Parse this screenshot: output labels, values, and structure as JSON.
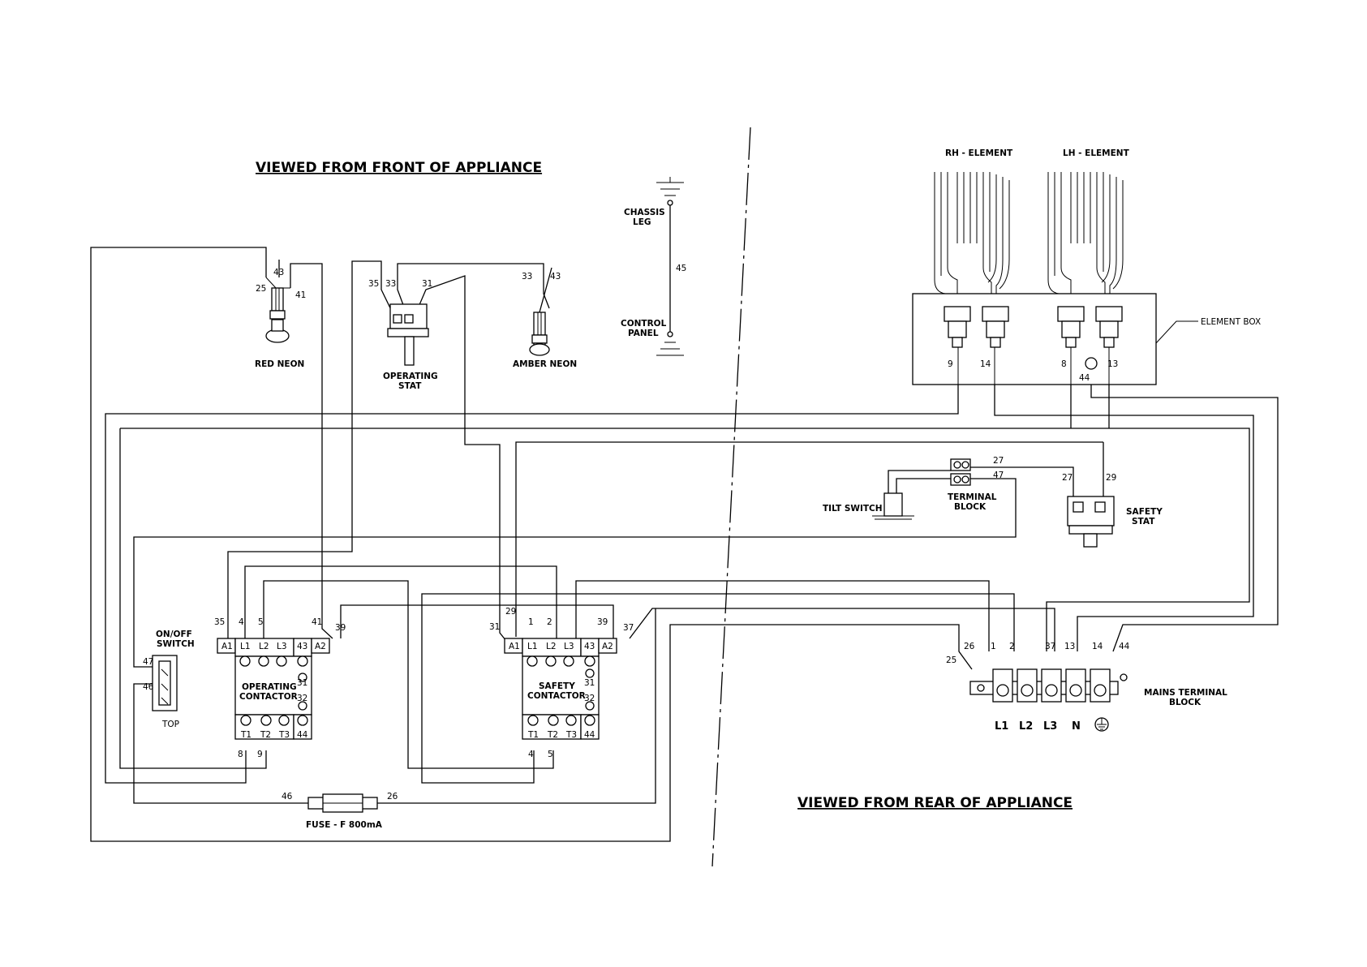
{
  "titles": {
    "front": "VIEWED FROM FRONT OF APPLIANCE",
    "rear": "VIEWED FROM REAR OF APPLIANCE"
  },
  "components": {
    "red_neon": "RED NEON",
    "operating_stat": [
      "OPERATING",
      "STAT"
    ],
    "amber_neon": "AMBER NEON",
    "chassis_leg": [
      "CHASSIS",
      "LEG"
    ],
    "control_panel": [
      "CONTROL",
      "PANEL"
    ],
    "rh_element": "RH - ELEMENT",
    "lh_element": "LH - ELEMENT",
    "element_box": "ELEMENT BOX",
    "tilt_switch": "TILT SWITCH",
    "terminal_block": [
      "TERMINAL",
      "BLOCK"
    ],
    "safety_stat": [
      "SAFETY",
      "STAT"
    ],
    "on_off_switch": [
      "ON/OFF",
      "SWITCH"
    ],
    "top": "TOP",
    "operating_contactor": [
      "OPERATING",
      "CONTACTOR"
    ],
    "safety_contactor": [
      "SAFETY",
      "CONTACTOR"
    ],
    "mains_terminal_block": [
      "MAINS TERMINAL",
      "BLOCK"
    ],
    "fuse": "FUSE - F 800mA"
  },
  "contactor_terminals": {
    "top": [
      "A1",
      "L1",
      "L2",
      "L3",
      "43",
      "A2"
    ],
    "bottom": [
      "T1",
      "T2",
      "T3",
      "44"
    ],
    "aux": [
      "31",
      "32"
    ]
  },
  "mains_terminals": [
    "L1",
    "L2",
    "L3",
    "N"
  ],
  "wire_numbers": {
    "red_neon": [
      "25",
      "43",
      "41"
    ],
    "operating_stat": [
      "35",
      "33",
      "31"
    ],
    "amber_neon": [
      "33",
      "43"
    ],
    "chassis": "45",
    "element_box": [
      "9",
      "14",
      "8",
      "13",
      "44"
    ],
    "terminal_block": [
      "27",
      "47"
    ],
    "safety_stat": [
      "27",
      "29"
    ],
    "op_contactor_top": [
      "35",
      "4",
      "5",
      "41",
      "39"
    ],
    "op_contactor_bottom": [
      "8",
      "9"
    ],
    "safety_contactor_top": [
      "31",
      "29",
      "1",
      "2",
      "39",
      "37"
    ],
    "safety_contactor_bottom": [
      "4",
      "5"
    ],
    "switch": [
      "47",
      "46"
    ],
    "mains": [
      "25",
      "26",
      "1",
      "2",
      "37",
      "13",
      "14",
      "44"
    ],
    "fuse": [
      "46",
      "26"
    ]
  }
}
